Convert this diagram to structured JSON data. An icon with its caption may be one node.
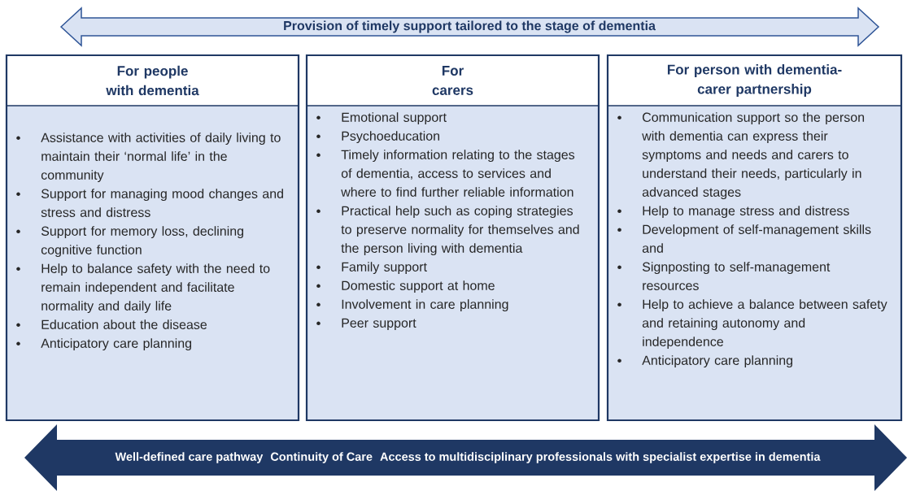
{
  "diagram": {
    "nodes": [
      {
        "text": [
          "Provision of timely support tailored to the stage of dementia"
        ]
      },
      {
        "text": [
          "For people with dementia",
          "Assistance with activities of daily living to maintain their ‘normal life’ in the community",
          "Support for managing mood changes and stress and distress",
          "Support for memory loss, declining cognitive function",
          "Help to balance safety with the need to remain independent and facilitate normality and daily life",
          "Education about the disease",
          "Anticipatory care planning"
        ]
      },
      {
        "text": [
          "For carers",
          "Emotional support",
          "Psychoeducation",
          "Timely information relating to the stages of dementia, access to services and where to find further reliable information",
          "Practical help such as coping strategies to preserve normality for themselves and the person living with dementia",
          "Family support",
          "Domestic support at home",
          "Involvement in care planning",
          "Peer support"
        ]
      },
      {
        "text": [
          "For person with dementia-carer partnership",
          "Communication support so the person with dementia can express their symptoms and needs and carers to understand their needs, particularly in advanced stages",
          "Help to manage stress and distress",
          "Development of self-management skills and",
          "Signposting to self-management resources",
          "Help to achieve a balance between safety and retaining autonomy and independence",
          "Anticipatory care planning"
        ]
      },
      {
        "text": [
          "Well-defined care pathway",
          "Continuity of Care",
          "Access to multidisciplinary professionals with specialist expertise in dementia"
        ]
      }
    ]
  }
}
